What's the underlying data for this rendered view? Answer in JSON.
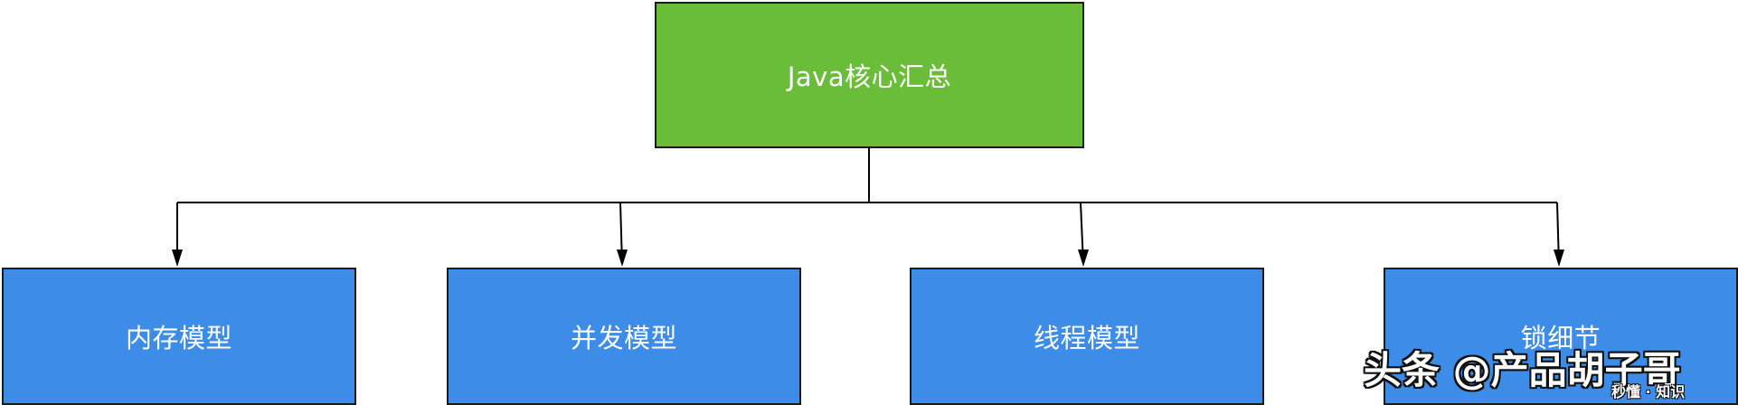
{
  "diagram": {
    "root": {
      "label": "Java核心汇总",
      "color": "#6abd38"
    },
    "children": [
      {
        "label": "内存模型",
        "color": "#3d8ce7"
      },
      {
        "label": "并发模型",
        "color": "#3d8ce7"
      },
      {
        "label": "线程模型",
        "color": "#3d8ce7"
      },
      {
        "label": "锁细节",
        "color": "#3d8ce7"
      }
    ]
  },
  "watermark": {
    "main": "头条 @产品胡子哥",
    "sub": "秒懂 · 知识"
  }
}
